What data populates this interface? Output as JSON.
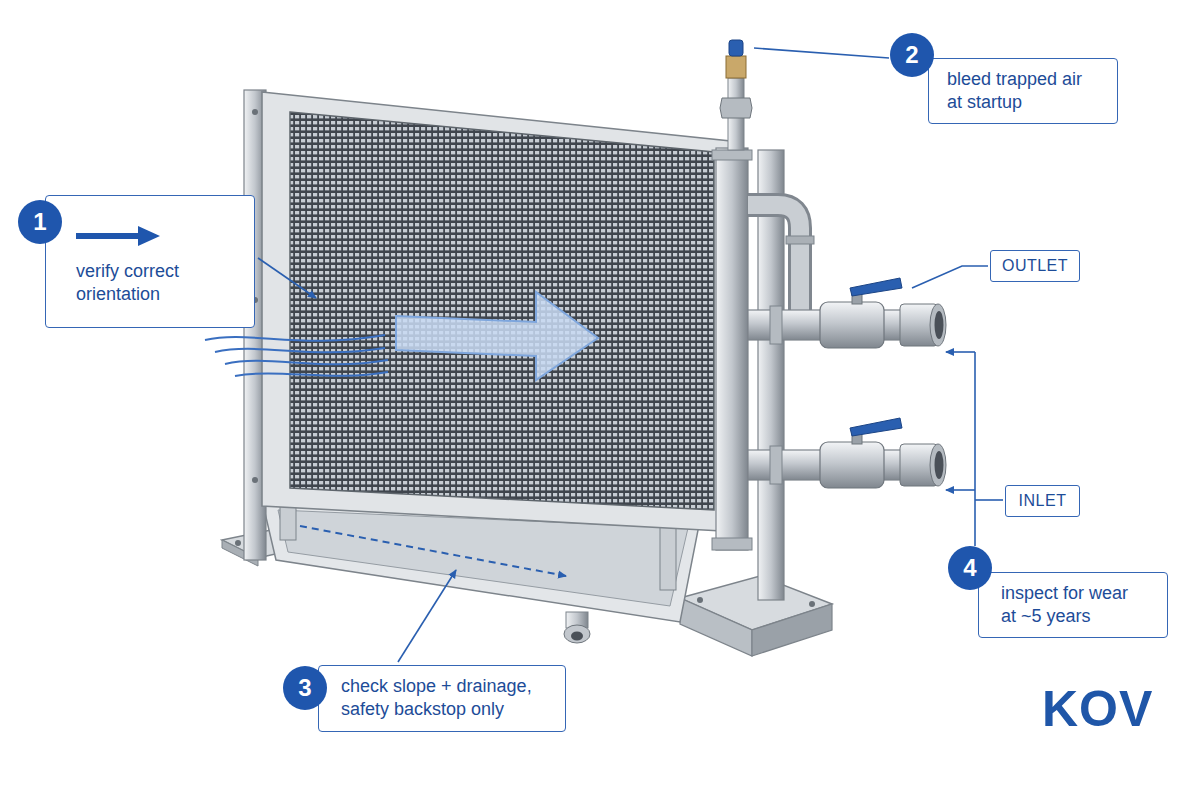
{
  "diagram": {
    "nodes": [
      {
        "text": [
          "1"
        ]
      },
      {
        "text": [
          "verify correct orientation"
        ]
      },
      {
        "text": [
          "2"
        ]
      },
      {
        "text": [
          "bleed trapped air at startup"
        ]
      },
      {
        "text": [
          "OUTLET"
        ]
      },
      {
        "text": [
          "INLET"
        ]
      },
      {
        "text": [
          "4"
        ]
      },
      {
        "text": [
          "inspect for wear at ~5 years"
        ]
      },
      {
        "text": [
          "3"
        ]
      },
      {
        "text": [
          "check slope + drainage, safety backstop only"
        ]
      }
    ],
    "labels": [
      "KOV"
    ]
  }
}
